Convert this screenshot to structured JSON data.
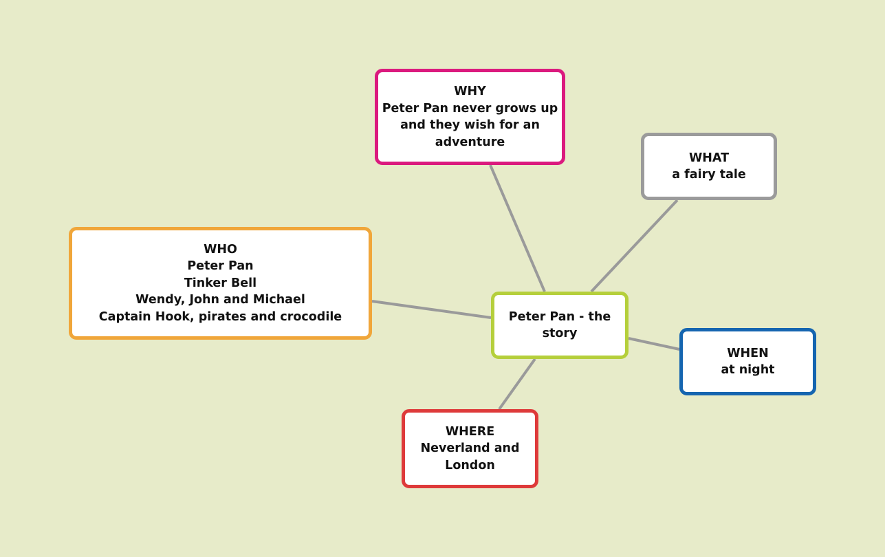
{
  "diagram": {
    "center": {
      "lines": [
        "Peter Pan - the",
        "story"
      ],
      "color": "#b5cf3b"
    },
    "why": {
      "heading": "WHY",
      "lines": [
        "Peter Pan never grows up",
        "and they wish for an",
        "adventure"
      ],
      "color": "#db1a7e"
    },
    "what": {
      "heading": "WHAT",
      "lines": [
        "a fairy tale"
      ],
      "color": "#9b9b9b"
    },
    "who": {
      "heading": "WHO",
      "lines": [
        "Peter Pan",
        "Tinker Bell",
        "Wendy, John and Michael",
        "Captain Hook, pirates and crocodile"
      ],
      "color": "#f0a63a"
    },
    "when": {
      "heading": "WHEN",
      "lines": [
        "at night"
      ],
      "color": "#1565b0"
    },
    "where": {
      "heading": "WHERE",
      "lines": [
        "Neverland and",
        "London"
      ],
      "color": "#de3a3a"
    },
    "connector_color": "#9a9a9a",
    "background_color": "#e7ebc9"
  }
}
